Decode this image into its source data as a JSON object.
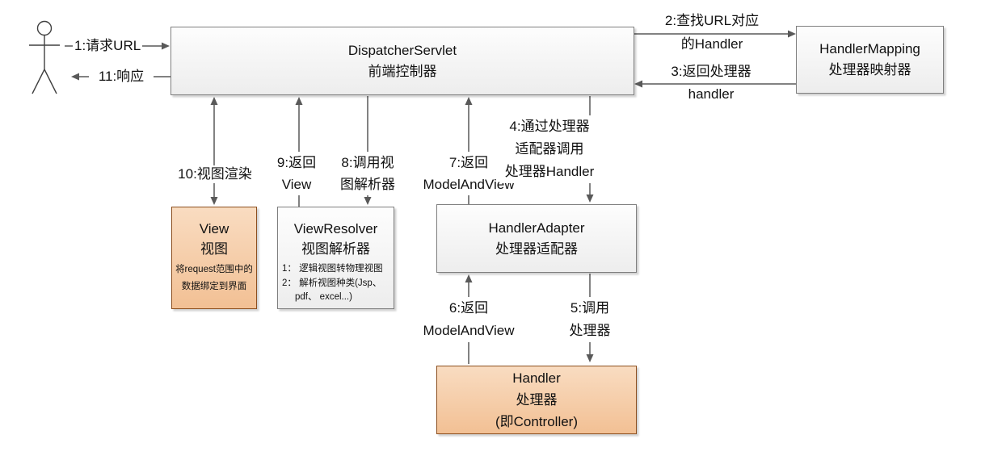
{
  "boxes": {
    "dispatcher": {
      "line1": "DispatcherServlet",
      "line2": "前端控制器"
    },
    "handler_mapping": {
      "line1": "HandlerMapping",
      "line2": "处理器映射器"
    },
    "view": {
      "line1": "View",
      "line2": "视图",
      "note1": "将request范围中的",
      "note2": "数据绑定到界面"
    },
    "view_resolver": {
      "line1": "ViewResolver",
      "line2": "视图解析器",
      "note1": "1： 逻辑视图转物理视图",
      "note2": "2： 解析视图种类(Jsp、",
      "note3": "pdf、 excel...)"
    },
    "handler_adapter": {
      "line1": "HandlerAdapter",
      "line2": "处理器适配器"
    },
    "handler": {
      "line1": "Handler",
      "line2": "处理器",
      "line3": "(即Controller)"
    }
  },
  "labels": {
    "step1": "1:请求URL",
    "step2_line1": "2:查找URL对应",
    "step2_line2": "的Handler",
    "step3_line1": "3:返回处理器",
    "step3_line2": "handler",
    "step4_line1": "4:通过处理器",
    "step4_line2": "适配器调用",
    "step4_line3": "处理器Handler",
    "step5_line1": "5:调用",
    "step5_line2": "处理器",
    "step6_line1": "6:返回",
    "step6_line2": "ModelAndView",
    "step7_line1": "7:返回",
    "step7_line2": "ModelAndView",
    "step8_line1": "8:调用视",
    "step8_line2": "图解析器",
    "step9_line1": "9:返回",
    "step9_line2": "View",
    "step10": "10:视图渲染",
    "step11": "11:响应"
  },
  "colors": {
    "line": "#595959",
    "box_border": "#7f7f7f",
    "gray_box_top": "#fdfdfd",
    "gray_box_bottom": "#ededed",
    "orange_box_top": "#f9dcc1",
    "orange_box_bottom": "#f2c094",
    "orange_border": "#8c4f1f",
    "text": "#111111",
    "background": "#ffffff"
  }
}
